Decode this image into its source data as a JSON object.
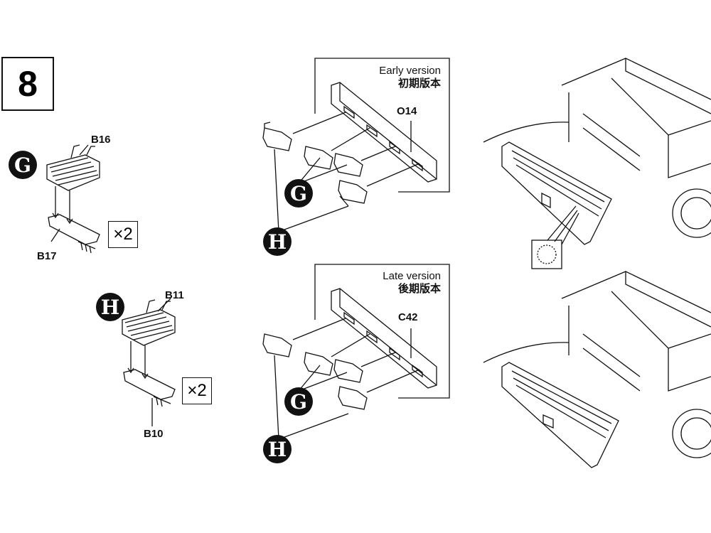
{
  "step": {
    "number": "8"
  },
  "left_assemblies": [
    {
      "badge": "G",
      "top_part": "B16",
      "bottom_part": "B17",
      "quantity": "×2"
    },
    {
      "badge": "H",
      "top_part": "B11",
      "bottom_part": "B10",
      "quantity": "×2"
    }
  ],
  "versions": [
    {
      "title_en": "Early version",
      "title_cn": "初期版本",
      "part": "O14",
      "badge_g": "G",
      "badge_h": "H"
    },
    {
      "title_en": "Late version",
      "title_cn": "後期版本",
      "part": "C42",
      "badge_g": "G",
      "badge_h": "H"
    }
  ]
}
